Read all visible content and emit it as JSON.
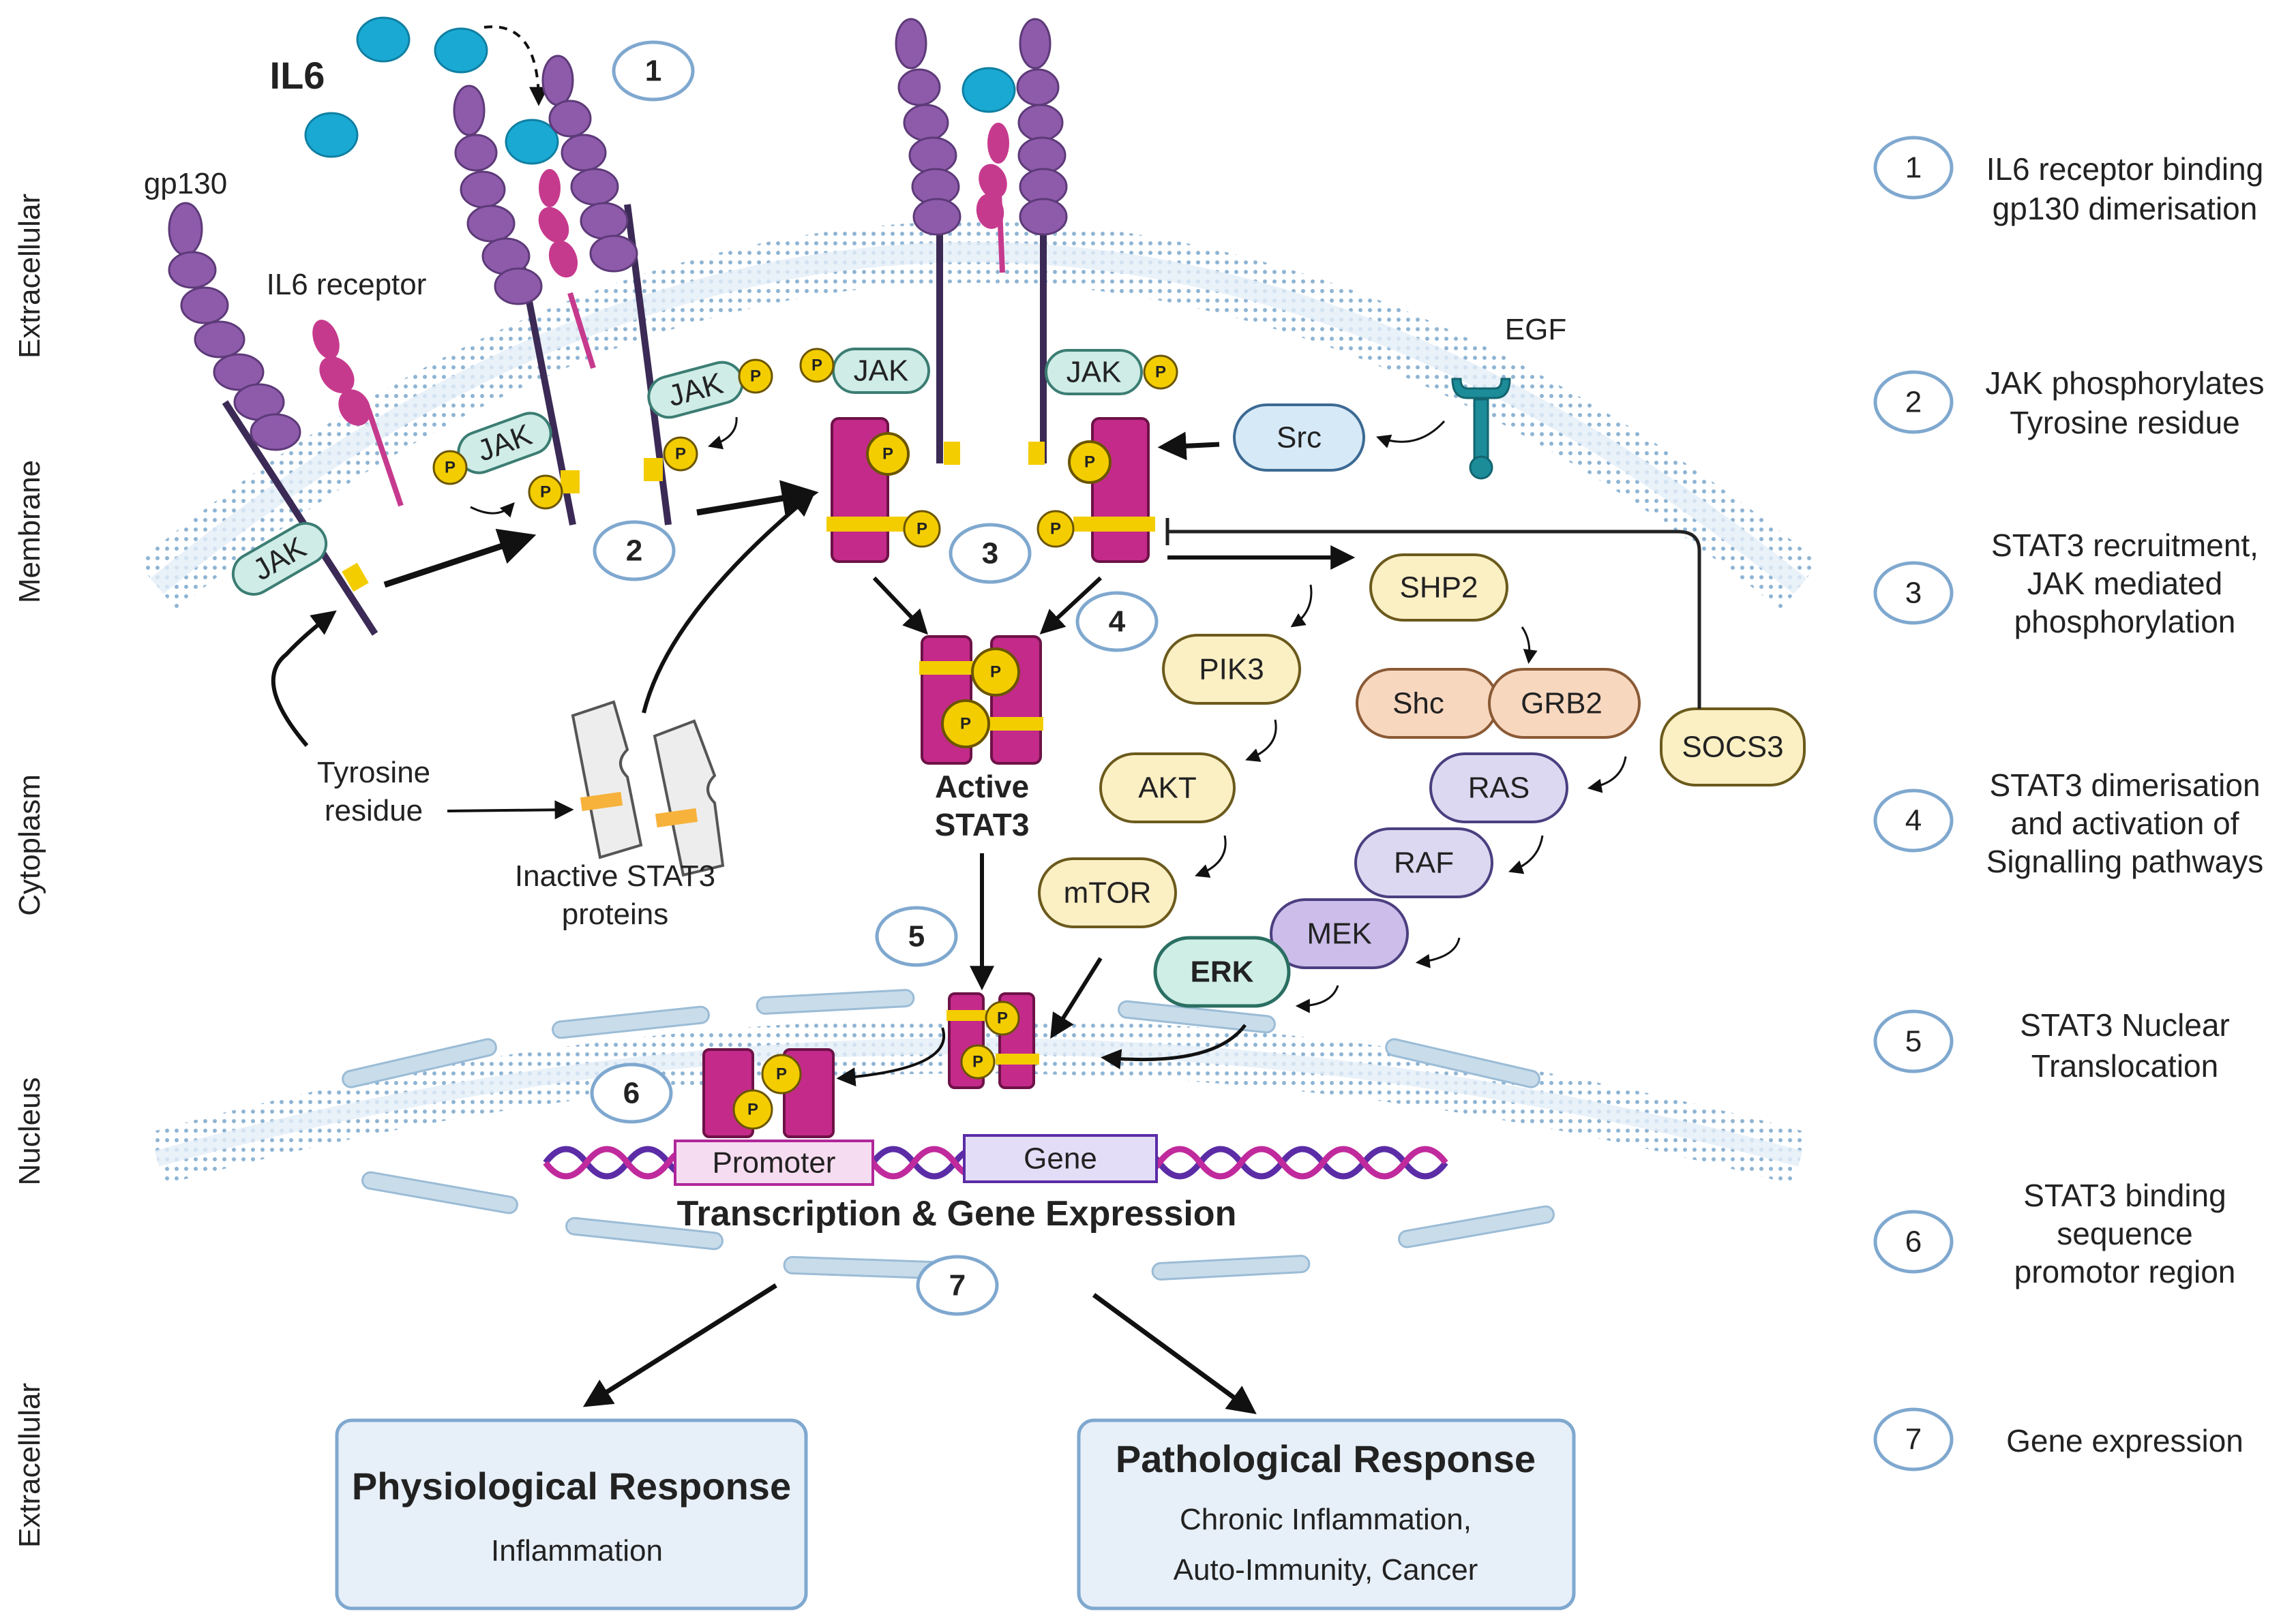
{
  "side_labels": [
    "Extracellular",
    "Membrane",
    "Cytoplasm",
    "Nucleus",
    "Extracellular"
  ],
  "labels": {
    "il6": "IL6",
    "gp130": "gp130",
    "il6_receptor": "IL6  receptor",
    "egf": "EGF",
    "tyrosine_residue": [
      "Tyrosine",
      "residue"
    ],
    "inactive_stat3": [
      "Inactive STAT3",
      "proteins"
    ],
    "active_stat3": [
      "Active",
      "STAT3"
    ],
    "promoter": "Promoter",
    "gene": "Gene",
    "transcription": "Transcription & Gene Expression",
    "jak": "JAK",
    "p": "P"
  },
  "nodes": {
    "src": "Src",
    "shp2": "SHP2",
    "pik3": "PIK3",
    "akt": "AKT",
    "mtor": "mTOR",
    "shc": "Shc",
    "grb2": "GRB2",
    "ras": "RAS",
    "raf": "RAF",
    "mek": "MEK",
    "erk": "ERK",
    "socs3": "SOCS3"
  },
  "steps": [
    "1",
    "2",
    "3",
    "4",
    "5",
    "6",
    "7"
  ],
  "responses": {
    "physiological": {
      "title": "Physiological Response",
      "lines": [
        "Inflammation"
      ]
    },
    "pathological": {
      "title": "Pathological Response",
      "lines": [
        "Chronic Inflammation,",
        "Auto-Immunity,  Cancer"
      ]
    }
  },
  "legend": [
    {
      "num": "1",
      "lines": [
        "IL6 receptor binding",
        "gp130 dimerisation"
      ]
    },
    {
      "num": "2",
      "lines": [
        "JAK phosphorylates",
        "Tyrosine residue"
      ]
    },
    {
      "num": "3",
      "lines": [
        "STAT3 recruitment,",
        "JAK mediated",
        "phosphorylation"
      ]
    },
    {
      "num": "4",
      "lines": [
        "STAT3 dimerisation",
        "and activation of",
        "Signalling pathways"
      ]
    },
    {
      "num": "5",
      "lines": [
        "STAT3 Nuclear",
        "Translocation"
      ]
    },
    {
      "num": "6",
      "lines": [
        "STAT3 binding",
        "sequence",
        "promotor region"
      ]
    },
    {
      "num": "7",
      "lines": [
        "Gene expression"
      ]
    }
  ],
  "colors": {
    "membrane": "#cddfee",
    "membrane_dots": "#8fb4d3",
    "gp130": "#8e5bab",
    "il6_receptor": "#c63a8d",
    "il6_ligand": "#1aa9d3",
    "stat3": "#c42a8a",
    "phosphate": "#f3cd00",
    "jak": "#cfece6",
    "src": "#d6e9f7",
    "yellow_node": "#fbefc4",
    "orange_node": "#f8d7bf",
    "lavender_node": "#dcd8f1",
    "mek": "#ccbdea",
    "erk": "#cfeee6",
    "step_border": "#7fa8cf",
    "response_box": "#e7eff8",
    "dna": "#5b2ca6"
  }
}
